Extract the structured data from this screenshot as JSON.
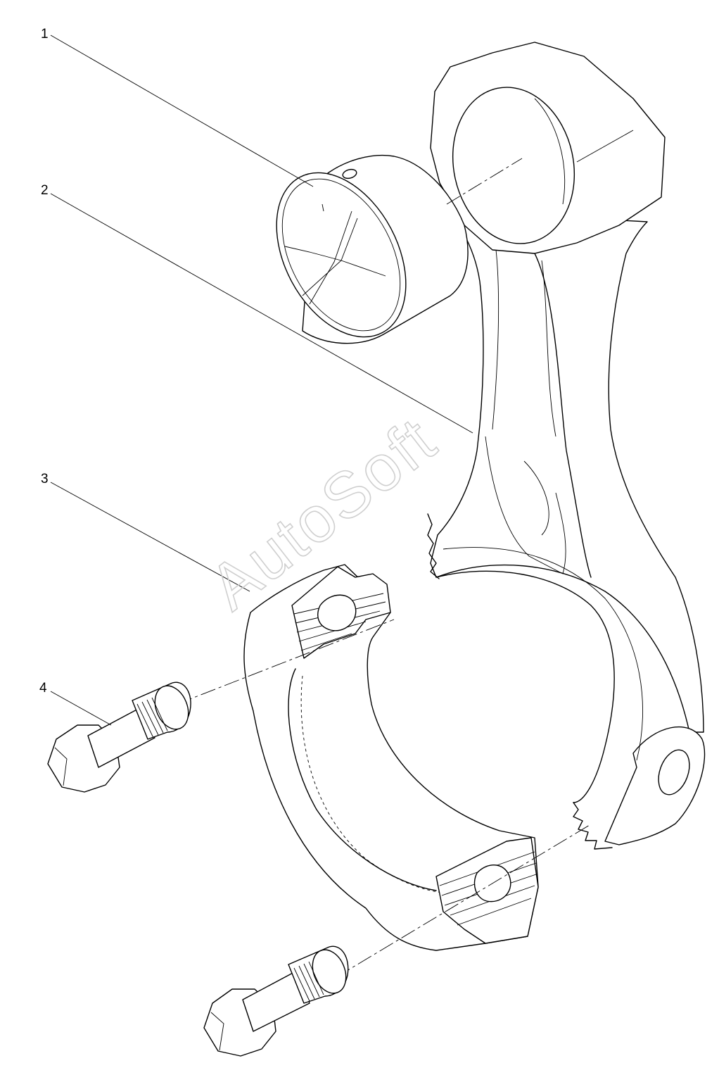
{
  "watermark": {
    "text": "AutoSoft"
  },
  "callouts": [
    {
      "label": "1",
      "part": "small-end-bushing"
    },
    {
      "label": "2",
      "part": "connecting-rod"
    },
    {
      "label": "3",
      "part": "rod-cap"
    },
    {
      "label": "4",
      "part": "cap-bolt"
    }
  ],
  "colors": {
    "line": "#000000",
    "background": "#ffffff",
    "watermark": "#cfcfcf"
  }
}
